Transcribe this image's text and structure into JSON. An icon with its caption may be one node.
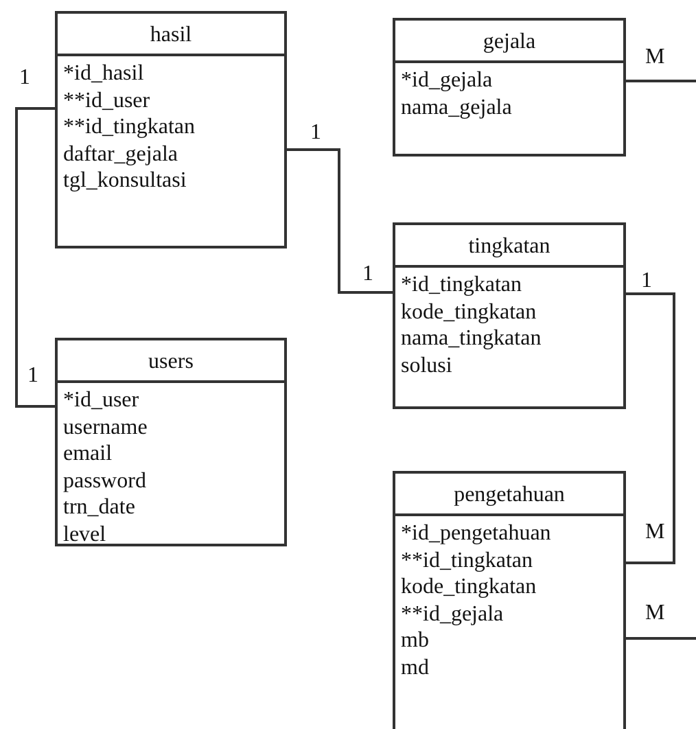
{
  "diagram": {
    "nodes": [
      {
        "text": [
          "hasil",
          "*id_hasil",
          "**id_user",
          "**id_tingkatan",
          "daftar_gejala",
          "tgl_konsultasi"
        ]
      },
      {
        "text": [
          "gejala",
          "*id_gejala",
          "nama_gejala"
        ]
      },
      {
        "text": [
          "tingkatan",
          "*id_tingkatan",
          "kode_tingkatan",
          "nama_tingkatan",
          "solusi"
        ]
      },
      {
        "text": [
          "users",
          "*id_user",
          "username",
          "email",
          "password",
          "trn_date",
          "level"
        ]
      },
      {
        "text": [
          "pengetahuan",
          "*id_pengetahuan",
          "**id_tingkatan",
          "kode_tingkatan",
          "**id_gejala",
          "mb",
          "md"
        ]
      }
    ],
    "edges": [
      {
        "from": 0,
        "to": 3,
        "arrow": "none"
      },
      {
        "from": 0,
        "to": 2,
        "arrow": "none"
      },
      {
        "from": 2,
        "to": 4,
        "arrow": "none"
      },
      {
        "from": 1,
        "to": null,
        "arrow": "none"
      },
      {
        "from": 4,
        "to": null,
        "arrow": "none"
      }
    ],
    "labels": [
      "M",
      "1",
      "1",
      "1",
      "1",
      "1",
      "M",
      "M"
    ]
  }
}
